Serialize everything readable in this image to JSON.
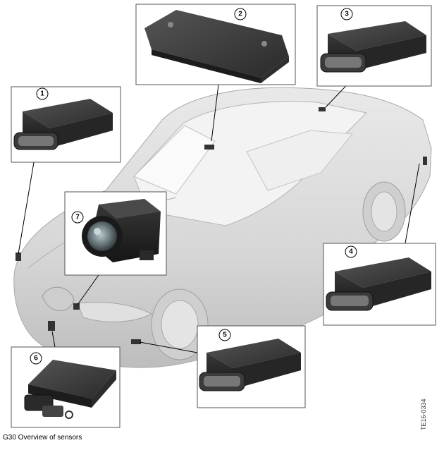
{
  "caption": "G30 Overview of sensors",
  "document_id": "TE16-0334",
  "callouts": [
    {
      "number": "1",
      "component": "control unit"
    },
    {
      "number": "2",
      "component": "windscreen camera bracket"
    },
    {
      "number": "3",
      "component": "control unit"
    },
    {
      "number": "4",
      "component": "control unit"
    },
    {
      "number": "5",
      "component": "control unit"
    },
    {
      "number": "6",
      "component": "radar sensor"
    },
    {
      "number": "7",
      "component": "camera"
    }
  ]
}
